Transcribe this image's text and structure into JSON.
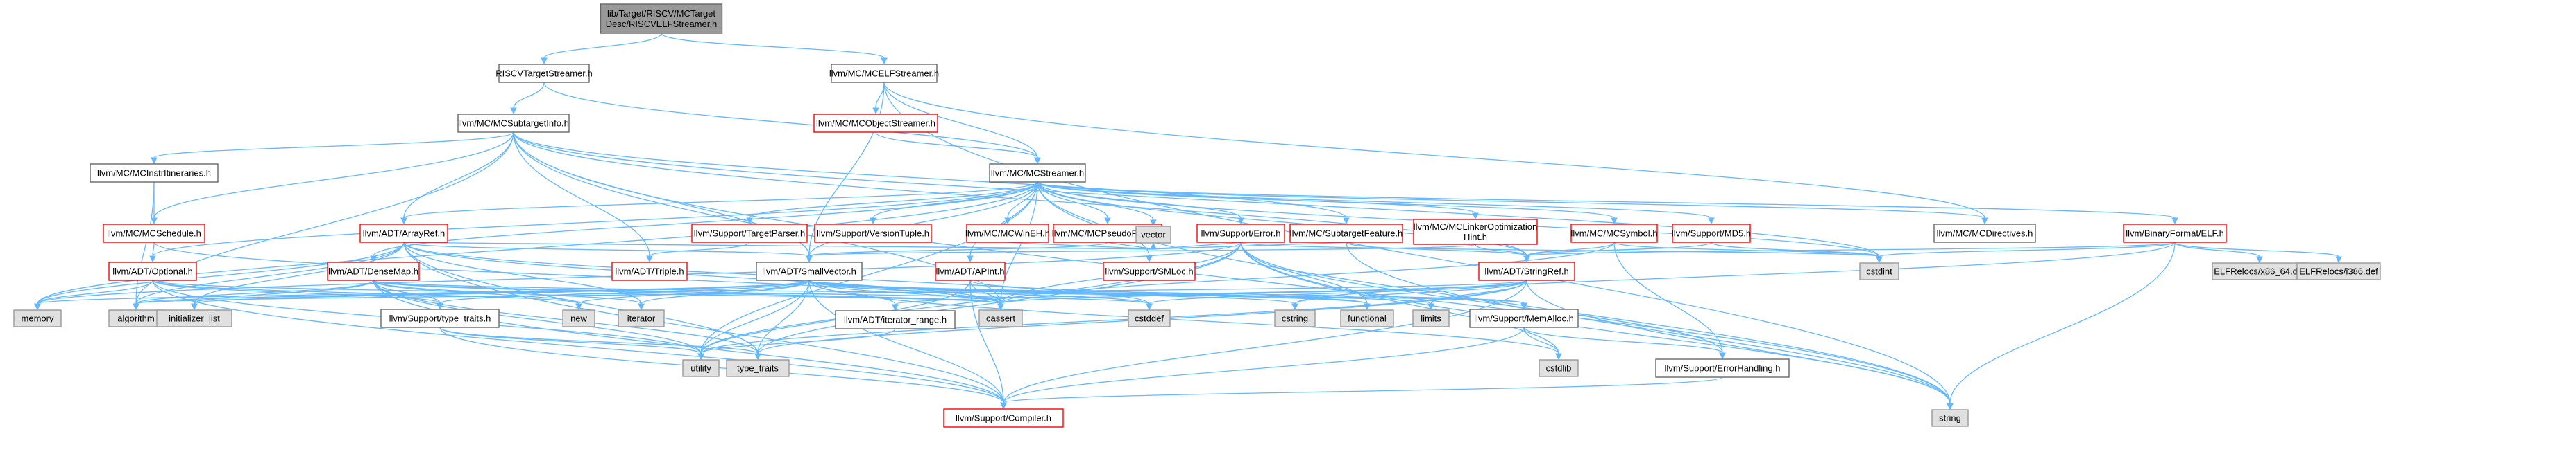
{
  "diagram": {
    "title": "",
    "colors": {
      "edge": "#63b8ff",
      "root_fill": "#999999",
      "system_fill": "#e0e0e0",
      "system_border": "#999999",
      "normal_border": "#666666",
      "truncated_border": "#ff0000",
      "text": "#000000"
    },
    "nodes": [
      {
        "id": "root",
        "lines": [
          "lib/Target/RISCV/MCTarget",
          "Desc/RISCVELFStreamer.h"
        ],
        "kind": "root"
      },
      {
        "id": "riscvts",
        "lines": [
          "RISCVTargetStreamer.h"
        ],
        "kind": "normal"
      },
      {
        "id": "mcelfs",
        "lines": [
          "llvm/MC/MCELFStreamer.h"
        ],
        "kind": "normal"
      },
      {
        "id": "mcsti",
        "lines": [
          "llvm/MC/MCSubtargetInfo.h"
        ],
        "kind": "normal"
      },
      {
        "id": "mcobjs",
        "lines": [
          "llvm/MC/MCObjectStreamer.h"
        ],
        "kind": "truncated"
      },
      {
        "id": "mcinstrit",
        "lines": [
          "llvm/MC/MCInstrItineraries.h"
        ],
        "kind": "normal"
      },
      {
        "id": "mcstreamer",
        "lines": [
          "llvm/MC/MCStreamer.h"
        ],
        "kind": "normal"
      },
      {
        "id": "mcsched",
        "lines": [
          "llvm/MC/MCSchedule.h"
        ],
        "kind": "truncated"
      },
      {
        "id": "arrayref",
        "lines": [
          "llvm/ADT/ArrayRef.h"
        ],
        "kind": "truncated"
      },
      {
        "id": "tparser",
        "lines": [
          "llvm/Support/TargetParser.h"
        ],
        "kind": "truncated"
      },
      {
        "id": "vtuple",
        "lines": [
          "llvm/Support/VersionTuple.h"
        ],
        "kind": "truncated"
      },
      {
        "id": "mcwineh",
        "lines": [
          "llvm/MC/MCWinEH.h"
        ],
        "kind": "truncated"
      },
      {
        "id": "mcpseudo",
        "lines": [
          "llvm/MC/MCPseudoProbe.h"
        ],
        "kind": "truncated"
      },
      {
        "id": "error",
        "lines": [
          "llvm/Support/Error.h"
        ],
        "kind": "truncated"
      },
      {
        "id": "subfeat",
        "lines": [
          "llvm/MC/SubtargetFeature.h"
        ],
        "kind": "truncated"
      },
      {
        "id": "mclinker",
        "lines": [
          "llvm/MC/MCLinkerOptimization",
          "Hint.h"
        ],
        "kind": "truncated"
      },
      {
        "id": "mcsymbol",
        "lines": [
          "llvm/MC/MCSymbol.h"
        ],
        "kind": "truncated"
      },
      {
        "id": "md5",
        "lines": [
          "llvm/Support/MD5.h"
        ],
        "kind": "truncated"
      },
      {
        "id": "mcdirs",
        "lines": [
          "llvm/MC/MCDirectives.h"
        ],
        "kind": "normal"
      },
      {
        "id": "binelf",
        "lines": [
          "llvm/BinaryFormat/ELF.h"
        ],
        "kind": "truncated"
      },
      {
        "id": "optional",
        "lines": [
          "llvm/ADT/Optional.h"
        ],
        "kind": "truncated"
      },
      {
        "id": "densemap",
        "lines": [
          "llvm/ADT/DenseMap.h"
        ],
        "kind": "truncated"
      },
      {
        "id": "triple",
        "lines": [
          "llvm/ADT/Triple.h"
        ],
        "kind": "truncated"
      },
      {
        "id": "smallvec",
        "lines": [
          "llvm/ADT/SmallVector.h"
        ],
        "kind": "normal"
      },
      {
        "id": "apint",
        "lines": [
          "llvm/ADT/APInt.h"
        ],
        "kind": "truncated"
      },
      {
        "id": "smloc",
        "lines": [
          "llvm/Support/SMLoc.h"
        ],
        "kind": "truncated"
      },
      {
        "id": "stringref",
        "lines": [
          "llvm/ADT/StringRef.h"
        ],
        "kind": "truncated"
      },
      {
        "id": "vector",
        "lines": [
          "vector"
        ],
        "kind": "system"
      },
      {
        "id": "cstdint",
        "lines": [
          "cstdint"
        ],
        "kind": "system"
      },
      {
        "id": "elf_x86_64",
        "lines": [
          "ELFRelocs/x86_64.def"
        ],
        "kind": "system"
      },
      {
        "id": "elf_i386",
        "lines": [
          "ELFRelocs/i386.def"
        ],
        "kind": "system"
      },
      {
        "id": "memory",
        "lines": [
          "memory"
        ],
        "kind": "system"
      },
      {
        "id": "algorithm",
        "lines": [
          "algorithm"
        ],
        "kind": "system"
      },
      {
        "id": "initlist",
        "lines": [
          "initializer_list"
        ],
        "kind": "system"
      },
      {
        "id": "typetraits_h",
        "lines": [
          "llvm/Support/type_traits.h"
        ],
        "kind": "normal"
      },
      {
        "id": "new",
        "lines": [
          "new"
        ],
        "kind": "system"
      },
      {
        "id": "iterator",
        "lines": [
          "iterator"
        ],
        "kind": "system"
      },
      {
        "id": "iterrange",
        "lines": [
          "llvm/ADT/iterator_range.h"
        ],
        "kind": "normal"
      },
      {
        "id": "cassert",
        "lines": [
          "cassert"
        ],
        "kind": "system"
      },
      {
        "id": "cstddef",
        "lines": [
          "cstddef"
        ],
        "kind": "system"
      },
      {
        "id": "cstring",
        "lines": [
          "cstring"
        ],
        "kind": "system"
      },
      {
        "id": "functional",
        "lines": [
          "functional"
        ],
        "kind": "system"
      },
      {
        "id": "limits",
        "lines": [
          "limits"
        ],
        "kind": "system"
      },
      {
        "id": "memalloc",
        "lines": [
          "llvm/Support/MemAlloc.h"
        ],
        "kind": "normal"
      },
      {
        "id": "utility",
        "lines": [
          "utility"
        ],
        "kind": "system"
      },
      {
        "id": "type_traits",
        "lines": [
          "type_traits"
        ],
        "kind": "system"
      },
      {
        "id": "cstdlib",
        "lines": [
          "cstdlib"
        ],
        "kind": "system"
      },
      {
        "id": "errhandling",
        "lines": [
          "llvm/Support/ErrorHandling.h"
        ],
        "kind": "normal"
      },
      {
        "id": "compiler",
        "lines": [
          "llvm/Support/Compiler.h"
        ],
        "kind": "truncated"
      },
      {
        "id": "string",
        "lines": [
          "string"
        ],
        "kind": "system"
      }
    ],
    "edges": [
      [
        "root",
        "riscvts"
      ],
      [
        "root",
        "mcelfs"
      ],
      [
        "riscvts",
        "mcsti"
      ],
      [
        "riscvts",
        "mcstreamer"
      ],
      [
        "mcelfs",
        "mcobjs"
      ],
      [
        "mcelfs",
        "mcstreamer"
      ],
      [
        "mcelfs",
        "smallvec"
      ],
      [
        "mcelfs",
        "mcdirs"
      ],
      [
        "mcelfs",
        "string"
      ],
      [
        "mcobjs",
        "mcstreamer"
      ],
      [
        "mcsti",
        "mcinstrit"
      ],
      [
        "mcsti",
        "mcsched"
      ],
      [
        "mcsti",
        "arrayref"
      ],
      [
        "mcsti",
        "smallvec"
      ],
      [
        "mcsti",
        "stringref"
      ],
      [
        "mcsti",
        "triple"
      ],
      [
        "mcsti",
        "subfeat"
      ],
      [
        "mcsti",
        "algorithm"
      ],
      [
        "mcsti",
        "cassert"
      ],
      [
        "mcsti",
        "cstdint"
      ],
      [
        "mcsti",
        "string"
      ],
      [
        "mcinstrit",
        "mcsched"
      ],
      [
        "mcinstrit",
        "algorithm"
      ],
      [
        "mcsched",
        "optional"
      ],
      [
        "mcsched",
        "cassert"
      ],
      [
        "mcstreamer",
        "arrayref"
      ],
      [
        "mcstreamer",
        "densemap"
      ],
      [
        "mcstreamer",
        "optional"
      ],
      [
        "mcstreamer",
        "smallvec"
      ],
      [
        "mcstreamer",
        "stringref"
      ],
      [
        "mcstreamer",
        "tparser"
      ],
      [
        "mcstreamer",
        "vtuple"
      ],
      [
        "mcstreamer",
        "mcwineh"
      ],
      [
        "mcstreamer",
        "mcpseudo"
      ],
      [
        "mcstreamer",
        "error"
      ],
      [
        "mcstreamer",
        "mclinker"
      ],
      [
        "mcstreamer",
        "mcsymbol"
      ],
      [
        "mcstreamer",
        "md5"
      ],
      [
        "mcstreamer",
        "mcdirs"
      ],
      [
        "mcstreamer",
        "smloc"
      ],
      [
        "mcstreamer",
        "apint"
      ],
      [
        "mcstreamer",
        "vector"
      ],
      [
        "mcstreamer",
        "cassert"
      ],
      [
        "mcstreamer",
        "cstdint"
      ],
      [
        "mcstreamer",
        "memory"
      ],
      [
        "mcstreamer",
        "string"
      ],
      [
        "mcstreamer",
        "utility"
      ],
      [
        "mcstreamer",
        "binelf"
      ],
      [
        "arrayref",
        "smallvec"
      ],
      [
        "arrayref",
        "compiler"
      ],
      [
        "arrayref",
        "algorithm"
      ],
      [
        "arrayref",
        "array_init"
      ],
      [
        "arrayref",
        "initlist"
      ],
      [
        "arrayref",
        "iterator"
      ],
      [
        "arrayref",
        "memory"
      ],
      [
        "arrayref",
        "type_traits"
      ],
      [
        "arrayref",
        "vector"
      ],
      [
        "arrayref",
        "cassert"
      ],
      [
        "arrayref",
        "cstddef"
      ],
      [
        "tparser",
        "triple"
      ],
      [
        "mcwineh",
        "vector"
      ],
      [
        "mcpseudo",
        "smallvec"
      ],
      [
        "mcpseudo",
        "vector"
      ],
      [
        "error",
        "cassert"
      ],
      [
        "error",
        "cstdint"
      ],
      [
        "error",
        "functional"
      ],
      [
        "error",
        "memory"
      ],
      [
        "error",
        "string"
      ],
      [
        "error",
        "utility"
      ],
      [
        "error",
        "vector"
      ],
      [
        "error",
        "type_traits"
      ],
      [
        "error",
        "errhandling"
      ],
      [
        "error",
        "cstdlib"
      ],
      [
        "subfeat",
        "stringref"
      ],
      [
        "subfeat",
        "string"
      ],
      [
        "subfeat",
        "vector"
      ],
      [
        "mclinker",
        "stringref"
      ],
      [
        "mclinker",
        "smallvec"
      ],
      [
        "mcsymbol",
        "stringref"
      ],
      [
        "mcsymbol",
        "errhandling"
      ],
      [
        "mcsymbol",
        "cassert"
      ],
      [
        "mcsymbol",
        "cstdint"
      ],
      [
        "md5",
        "stringref"
      ],
      [
        "md5",
        "cstdint"
      ],
      [
        "binelf",
        "stringref"
      ],
      [
        "binelf",
        "cstdint"
      ],
      [
        "binelf",
        "cstring"
      ],
      [
        "binelf",
        "string"
      ],
      [
        "binelf",
        "elf_x86_64"
      ],
      [
        "binelf",
        "elf_i386"
      ],
      [
        "optional",
        "compiler"
      ],
      [
        "optional",
        "typetraits_h"
      ],
      [
        "optional",
        "cassert"
      ],
      [
        "optional",
        "memory"
      ],
      [
        "optional",
        "new"
      ],
      [
        "optional",
        "utility"
      ],
      [
        "densemap",
        "compiler"
      ],
      [
        "densemap",
        "typetraits_h"
      ],
      [
        "densemap",
        "memalloc"
      ],
      [
        "densemap",
        "algorithm"
      ],
      [
        "densemap",
        "cassert"
      ],
      [
        "densemap",
        "cstddef"
      ],
      [
        "densemap",
        "initlist"
      ],
      [
        "densemap",
        "iterator"
      ],
      [
        "densemap",
        "new"
      ],
      [
        "densemap",
        "type_traits"
      ],
      [
        "densemap",
        "utility"
      ],
      [
        "smallvec",
        "compiler"
      ],
      [
        "smallvec",
        "typetraits_h"
      ],
      [
        "smallvec",
        "iterrange"
      ],
      [
        "smallvec",
        "memalloc"
      ],
      [
        "smallvec",
        "algorithm"
      ],
      [
        "smallvec",
        "cassert"
      ],
      [
        "smallvec",
        "cstddef"
      ],
      [
        "smallvec",
        "cstdlib"
      ],
      [
        "smallvec",
        "cstring"
      ],
      [
        "smallvec",
        "functional"
      ],
      [
        "smallvec",
        "initlist"
      ],
      [
        "smallvec",
        "iterator"
      ],
      [
        "smallvec",
        "limits"
      ],
      [
        "smallvec",
        "memory"
      ],
      [
        "smallvec",
        "new"
      ],
      [
        "smallvec",
        "type_traits"
      ],
      [
        "smallvec",
        "utility"
      ],
      [
        "apint",
        "compiler"
      ],
      [
        "apint",
        "cassert"
      ],
      [
        "apint",
        "functional"
      ],
      [
        "apint",
        "utility"
      ],
      [
        "stringref",
        "compiler"
      ],
      [
        "stringref",
        "iterrange"
      ],
      [
        "stringref",
        "algorithm"
      ],
      [
        "stringref",
        "cassert"
      ],
      [
        "stringref",
        "cstddef"
      ],
      [
        "stringref",
        "cstring"
      ],
      [
        "stringref",
        "limits"
      ],
      [
        "stringref",
        "string"
      ],
      [
        "stringref",
        "type_traits"
      ],
      [
        "stringref",
        "utility"
      ],
      [
        "typetraits_h",
        "compiler"
      ],
      [
        "typetraits_h",
        "type_traits"
      ],
      [
        "typetraits_h",
        "utility"
      ],
      [
        "iterrange",
        "utility"
      ],
      [
        "memalloc",
        "compiler"
      ],
      [
        "memalloc",
        "errhandling"
      ],
      [
        "memalloc",
        "cstdlib"
      ],
      [
        "errhandling",
        "compiler"
      ]
    ]
  }
}
